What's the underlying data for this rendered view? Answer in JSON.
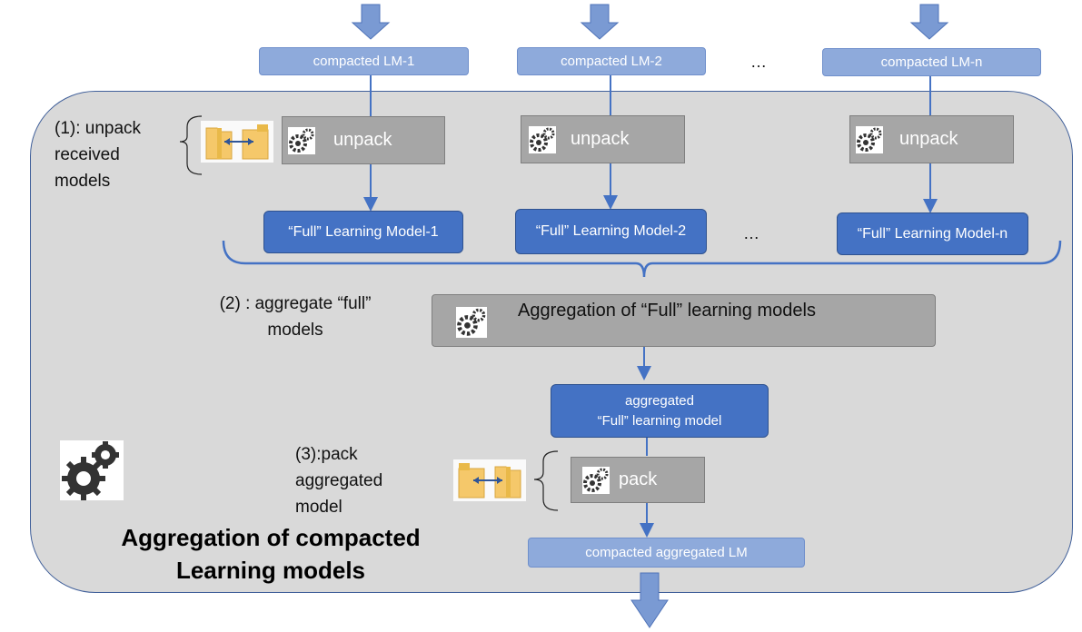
{
  "inputs": [
    "compacted LM-1",
    "compacted LM-2",
    "compacted LM-n"
  ],
  "unpack_label": "unpack",
  "full_models": [
    "“Full” Learning Model-1",
    "“Full” Learning Model-2",
    "“Full” Learning Model-n"
  ],
  "ellipsis": "…",
  "step1": [
    "(1): unpack",
    "received",
    "models"
  ],
  "step2": [
    "(2) : aggregate “full”",
    "models"
  ],
  "aggregation_box": "Aggregation of “Full” learning models",
  "aggregated_model": [
    "aggregated",
    "“Full” learning model"
  ],
  "step3": [
    "(3):pack",
    "aggregated",
    "model"
  ],
  "pack_label": "pack",
  "output": "compacted aggregated LM",
  "main_title": [
    "Aggregation of compacted",
    "Learning models"
  ],
  "colors": {
    "panel": "#d9d9d9",
    "panel_border": "#41609a",
    "light_blue": "#8eaadb",
    "dark_blue": "#4472c4",
    "gray_box": "#a6a6a6",
    "arrow": "#4472c4",
    "big_arrow": "#7a9ad3"
  },
  "icons": [
    "gear-icon",
    "folder-zip-icon",
    "down-arrow-icon"
  ]
}
